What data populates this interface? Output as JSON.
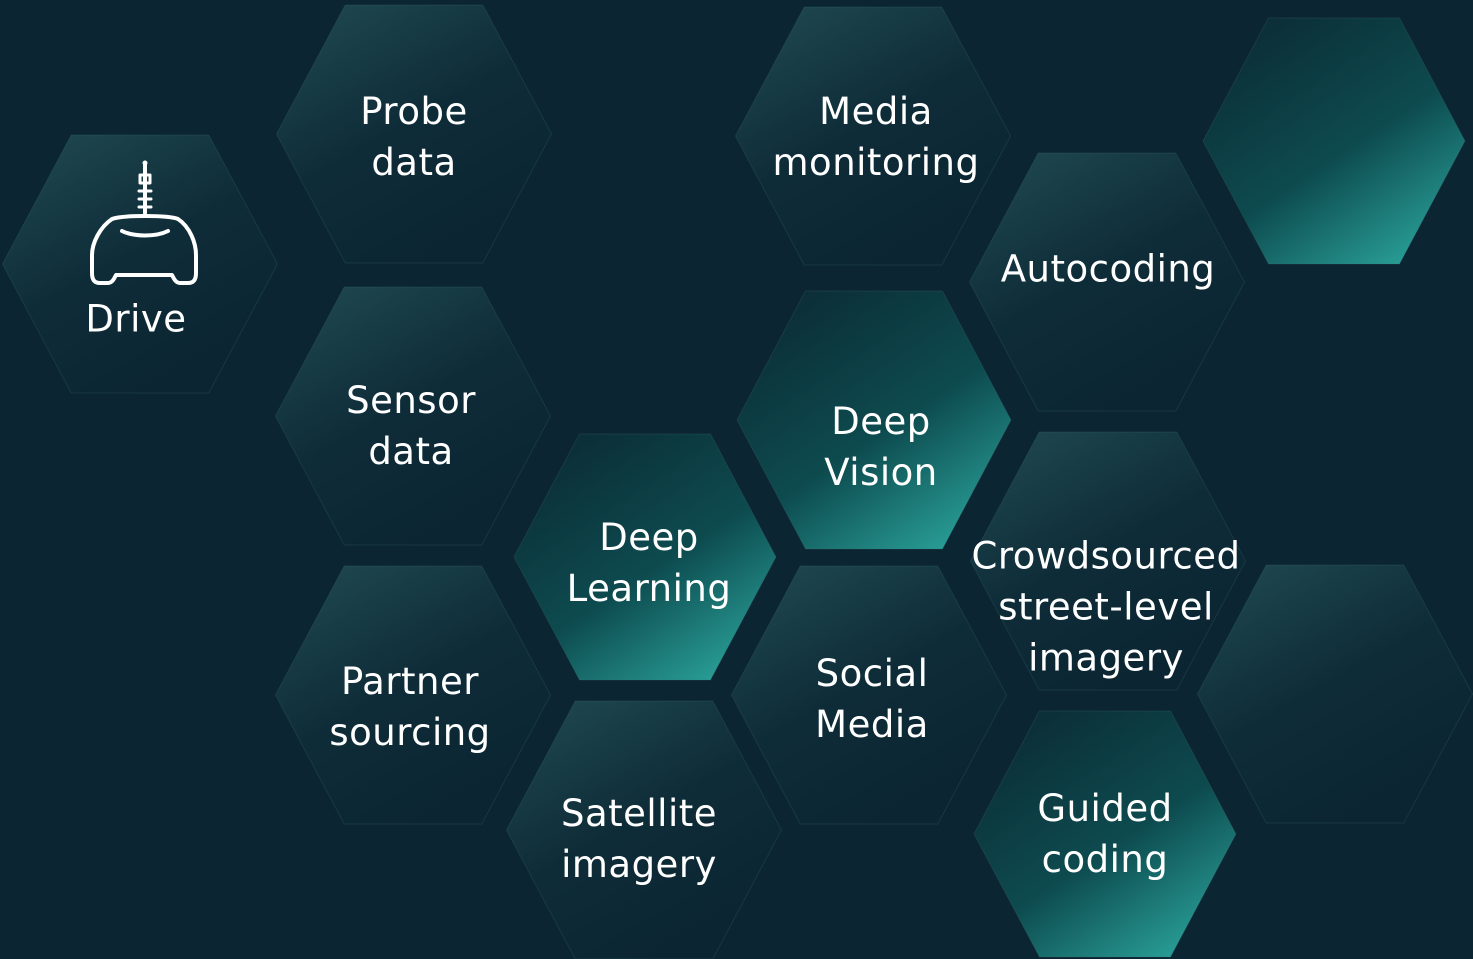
{
  "diagram": {
    "colors": {
      "background": "#0b2532",
      "hex_dark_top": "#1f4a52",
      "hex_dark_bottom": "#0b2532",
      "hex_accent_top": "#0b2a34",
      "hex_accent_mid": "#0d4a4e",
      "hex_accent_bottom": "#2aa39b",
      "text": "#ffffff"
    },
    "nodes": [
      {
        "id": "drive",
        "lines": [
          "Drive"
        ],
        "style": "dark",
        "icon": "car-drive-icon"
      },
      {
        "id": "probe-data",
        "lines": [
          "Probe",
          "data"
        ],
        "style": "dark"
      },
      {
        "id": "sensor-data",
        "lines": [
          "Sensor",
          "data"
        ],
        "style": "dark"
      },
      {
        "id": "partner-sourcing",
        "lines": [
          "Partner",
          "sourcing"
        ],
        "style": "dark"
      },
      {
        "id": "deep-learning",
        "lines": [
          "Deep",
          "Learning"
        ],
        "style": "accent"
      },
      {
        "id": "satellite-imagery",
        "lines": [
          "Satellite",
          "imagery"
        ],
        "style": "dark"
      },
      {
        "id": "media-monitoring",
        "lines": [
          "Media",
          "monitoring"
        ],
        "style": "dark"
      },
      {
        "id": "deep-vision",
        "lines": [
          "Deep",
          "Vision"
        ],
        "style": "accent"
      },
      {
        "id": "social-media",
        "lines": [
          "Social",
          "Media"
        ],
        "style": "dark"
      },
      {
        "id": "autocoding",
        "lines": [
          "Autocoding"
        ],
        "style": "dark"
      },
      {
        "id": "crowdsourced-imagery",
        "lines": [
          "Crowdsourced",
          "street-level",
          "imagery"
        ],
        "style": "dark"
      },
      {
        "id": "guided-coding",
        "lines": [
          "Guided",
          "coding"
        ],
        "style": "accent"
      },
      {
        "id": "blank-top-right",
        "lines": [],
        "style": "accent"
      },
      {
        "id": "blank-mid-right",
        "lines": [],
        "style": "dark"
      }
    ]
  }
}
